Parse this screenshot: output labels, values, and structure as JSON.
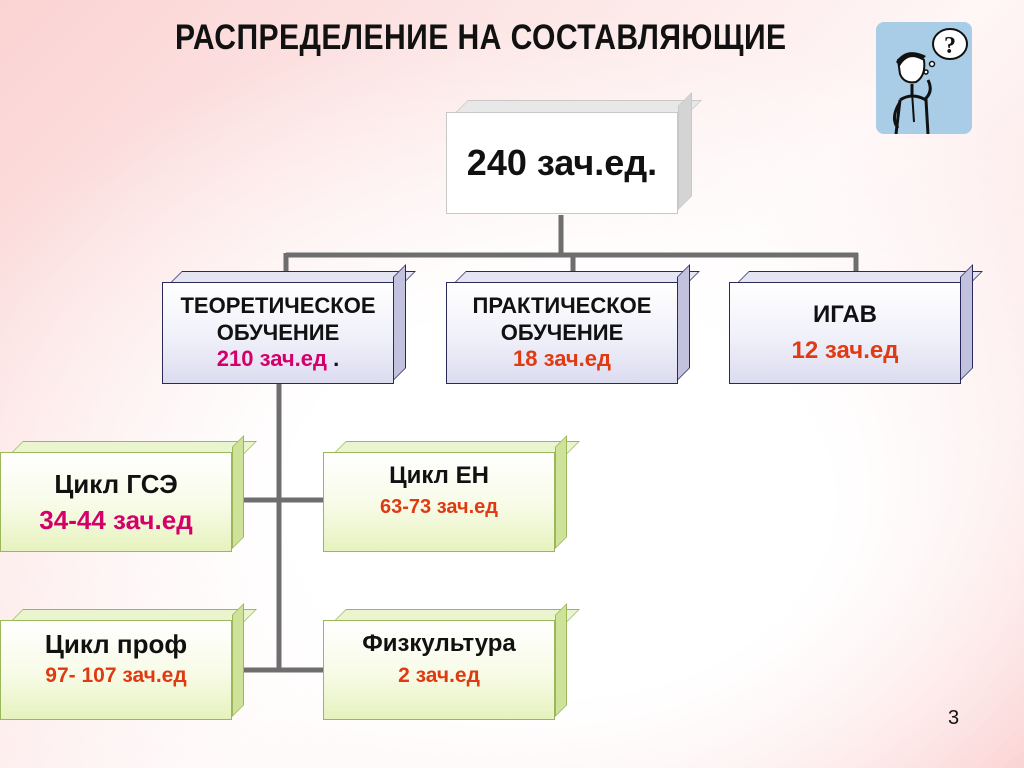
{
  "title": "РАСПРЕДЕЛЕНИЕ  НА СОСТАВЛЯЮЩИЕ",
  "root": {
    "value": "240 зач.ед."
  },
  "level1": [
    {
      "line1": "ТЕОРЕТИЧЕСКОЕ",
      "line2": "ОБУЧЕНИЕ",
      "value": "210 зач.ед",
      "suffix": " ."
    },
    {
      "line1": "ПРАКТИЧЕСКОЕ",
      "line2": "ОБУЧЕНИЕ",
      "value": "18 зач.ед"
    },
    {
      "line1": "ИГАВ",
      "value": "12 зач.ед"
    }
  ],
  "cycles": [
    {
      "name": "Цикл ГСЭ",
      "value": "34-44 зач.ед"
    },
    {
      "name": "Цикл ЕН",
      "value": "63-73 зач.ед"
    },
    {
      "name": "Цикл проф",
      "value": "97- 107 зач.ед"
    },
    {
      "name": "Физкультура",
      "value": "2 зач.ед"
    }
  ],
  "page_number": "3",
  "colors": {
    "value_red": "#e03a12",
    "value_pink": "#d4006a",
    "connector": "#6e6e6e",
    "lavender_border": "#2a2a5a",
    "green_border": "#9ab85a",
    "figure_bg": "#a9cde6"
  },
  "icons": {
    "corner_figure": "thinking-person-question-icon"
  }
}
